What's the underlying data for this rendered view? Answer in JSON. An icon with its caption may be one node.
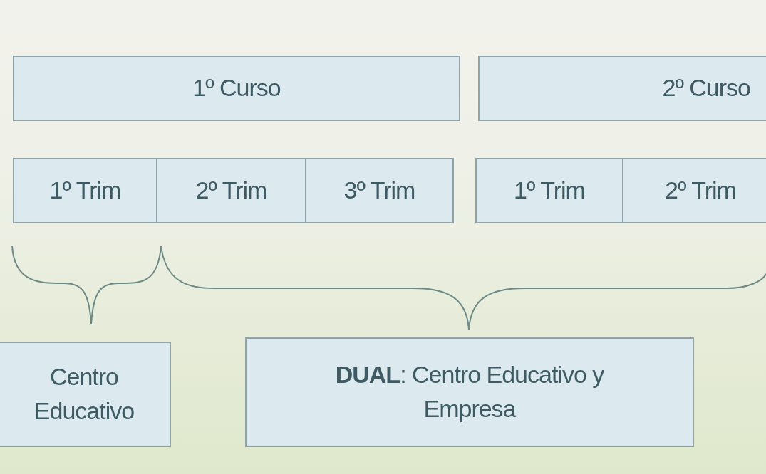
{
  "diagram": {
    "nodes": [
      {
        "text": [
          "1º Curso"
        ]
      },
      {
        "text": [
          "2º Curso"
        ]
      },
      {
        "text": [
          "1º Trim"
        ]
      },
      {
        "text": [
          "2º Trim"
        ]
      },
      {
        "text": [
          "3º Trim"
        ]
      },
      {
        "text": [
          "1º Trim"
        ]
      },
      {
        "text": [
          "2º Trim"
        ]
      },
      {
        "text": [
          "Centro Educativo"
        ]
      },
      {
        "text": [
          "**DUAL**: Centro Educativo y Empresa"
        ]
      }
    ]
  }
}
